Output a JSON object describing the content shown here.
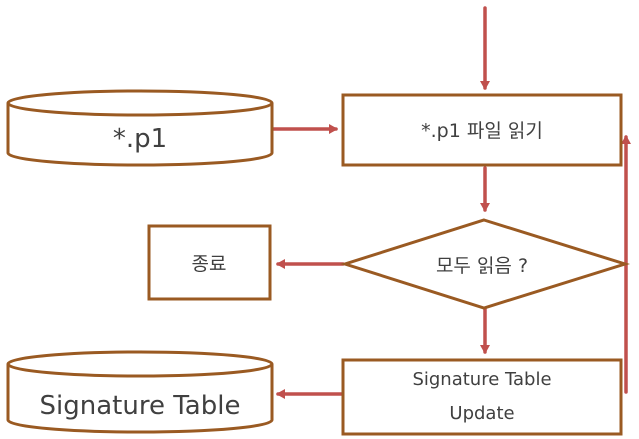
{
  "diagram": {
    "cylinder_p1_label": "*.p1",
    "read_file_label": "*.p1 파일 읽기",
    "decision_label": "모두 읽음 ?",
    "end_label": "종료",
    "update_label_line1": "Signature Table",
    "update_label_line2": "Update",
    "cylinder_sig_label": "Signature Table"
  },
  "colors": {
    "shape_stroke": "#9a5a22",
    "arrow": "#c0504d",
    "text": "#404040"
  }
}
